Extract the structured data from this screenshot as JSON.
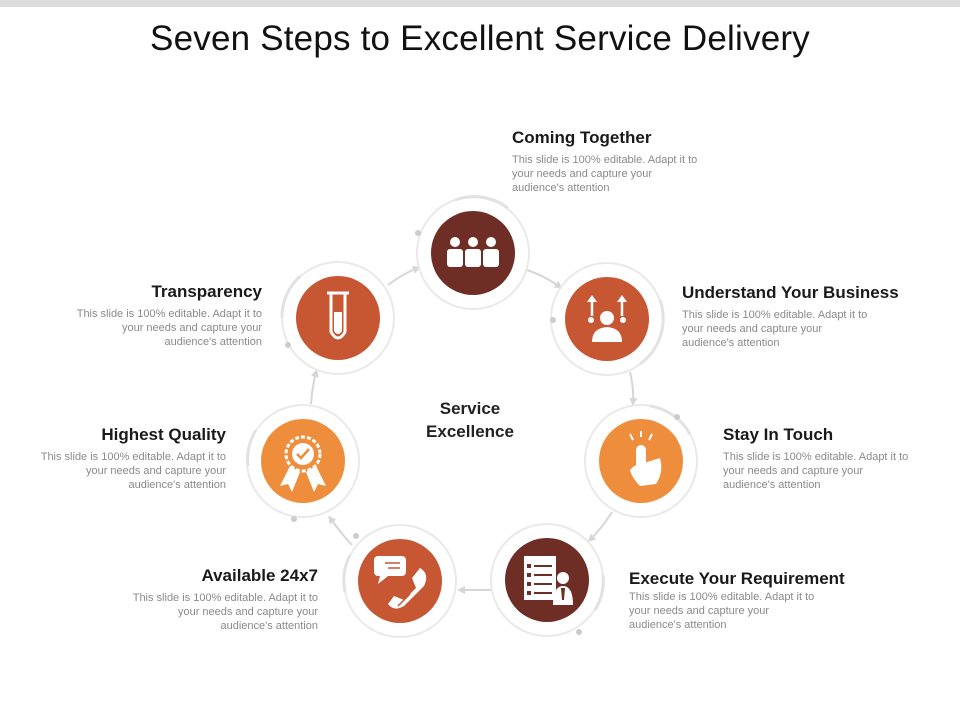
{
  "title": "Seven Steps to Excellent Service Delivery",
  "center": {
    "line1": "Service",
    "line2": "Excellence"
  },
  "colors": {
    "dark_brown": "#6e2e25",
    "rust": "#c75633",
    "orange": "#ee8e3c",
    "ring": "#e9e9e9",
    "arrow": "#d6d6d6",
    "heading": "#1a1a1a",
    "desc": "#8a8a8a"
  },
  "steps": [
    {
      "heading": "Coming Together",
      "desc": "This slide is 100% editable. Adapt it to your needs and capture your audience's attention",
      "icon": "people-group-icon",
      "color": "dark_brown"
    },
    {
      "heading": "Understand Your Business",
      "desc": "This slide is 100% editable. Adapt it to your needs and capture your audience's attention",
      "icon": "businessman-growth-icon",
      "color": "rust"
    },
    {
      "heading": "Stay In Touch",
      "desc": "This slide is 100% editable. Adapt it to your needs and capture your audience's attention",
      "icon": "hand-tap-icon",
      "color": "orange"
    },
    {
      "heading": "Execute Your Requirement",
      "desc": "This slide is 100% editable. Adapt it to your needs and capture your audience's attention",
      "icon": "checklist-person-icon",
      "color": "dark_brown"
    },
    {
      "heading": "Available 24x7",
      "desc": "This slide is 100% editable. Adapt it to your needs and capture your audience's attention",
      "icon": "phone-chat-icon",
      "color": "rust"
    },
    {
      "heading": "Highest Quality",
      "desc": "This slide is 100% editable. Adapt it to your needs and capture your audience's attention",
      "icon": "award-ribbon-icon",
      "color": "orange"
    },
    {
      "heading": "Transparency",
      "desc": "This slide is 100% editable. Adapt it to your needs and capture your audience's attention",
      "icon": "test-tube-icon",
      "color": "rust"
    }
  ]
}
